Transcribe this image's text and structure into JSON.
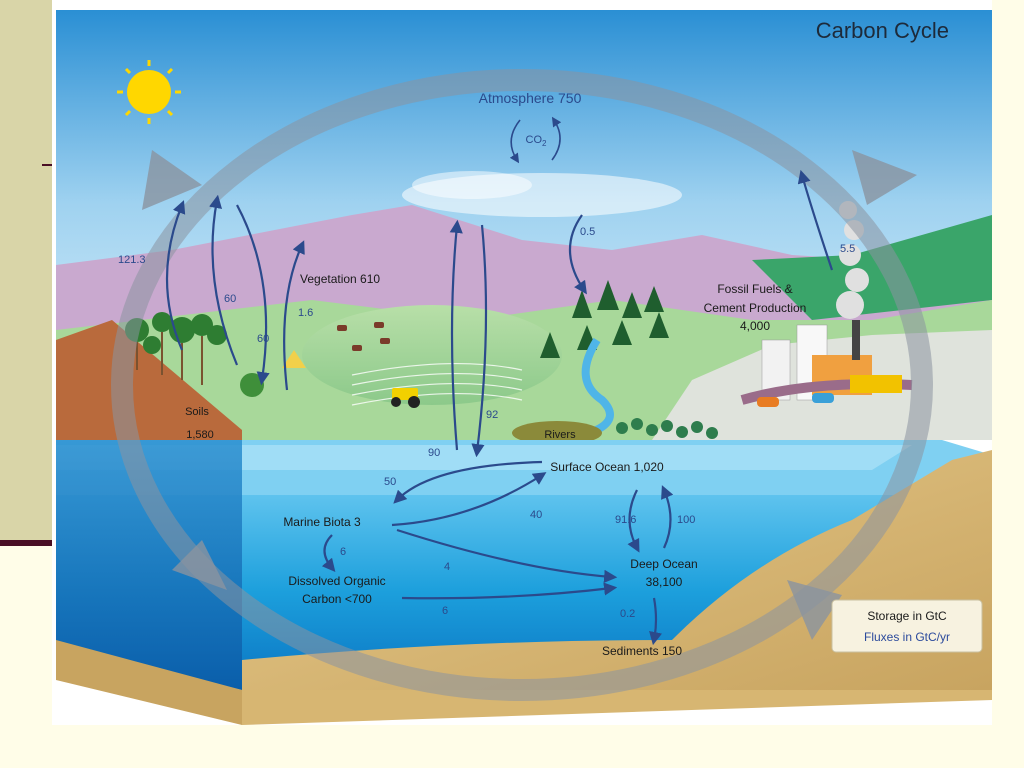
{
  "title": "Carbon Cycle",
  "atmosphere": {
    "label": "Atmosphere 750",
    "co2": "CO",
    "co2_sub": "2"
  },
  "stores": {
    "vegetation": "Vegetation 610",
    "soils": "Soils",
    "soils_value": "1,580",
    "fossil_line1": "Fossil Fuels &",
    "fossil_line2": "Cement Production",
    "fossil_value": "4,000",
    "rivers": "Rivers",
    "surface_ocean": "Surface Ocean 1,020",
    "marine_biota": "Marine Biota 3",
    "doc_line1": "Dissolved Organic",
    "doc_line2": "Carbon <700",
    "deep_ocean": "Deep Ocean",
    "deep_ocean_value": "38,100",
    "sediments": "Sediments 150"
  },
  "fluxes": {
    "f_121_3": "121.3",
    "f_60a": "60",
    "f_60b": "60",
    "f_1_6": "1.6",
    "f_92": "92",
    "f_90": "90",
    "f_0_5": "0.5",
    "f_5_5": "5.5",
    "f_50": "50",
    "f_40": "40",
    "f_6a": "6",
    "f_4": "4",
    "f_6b": "6",
    "f_91_6": "91.6",
    "f_100": "100",
    "f_0_2": "0.2"
  },
  "legend": {
    "storage": "Storage in GtC",
    "fluxes": "Fluxes in GtC/yr"
  },
  "colors": {
    "flux_arrow": "#2b4a8c",
    "cycle_arrow": "#8a93a0",
    "legend_flux": "#2b4a9c"
  }
}
